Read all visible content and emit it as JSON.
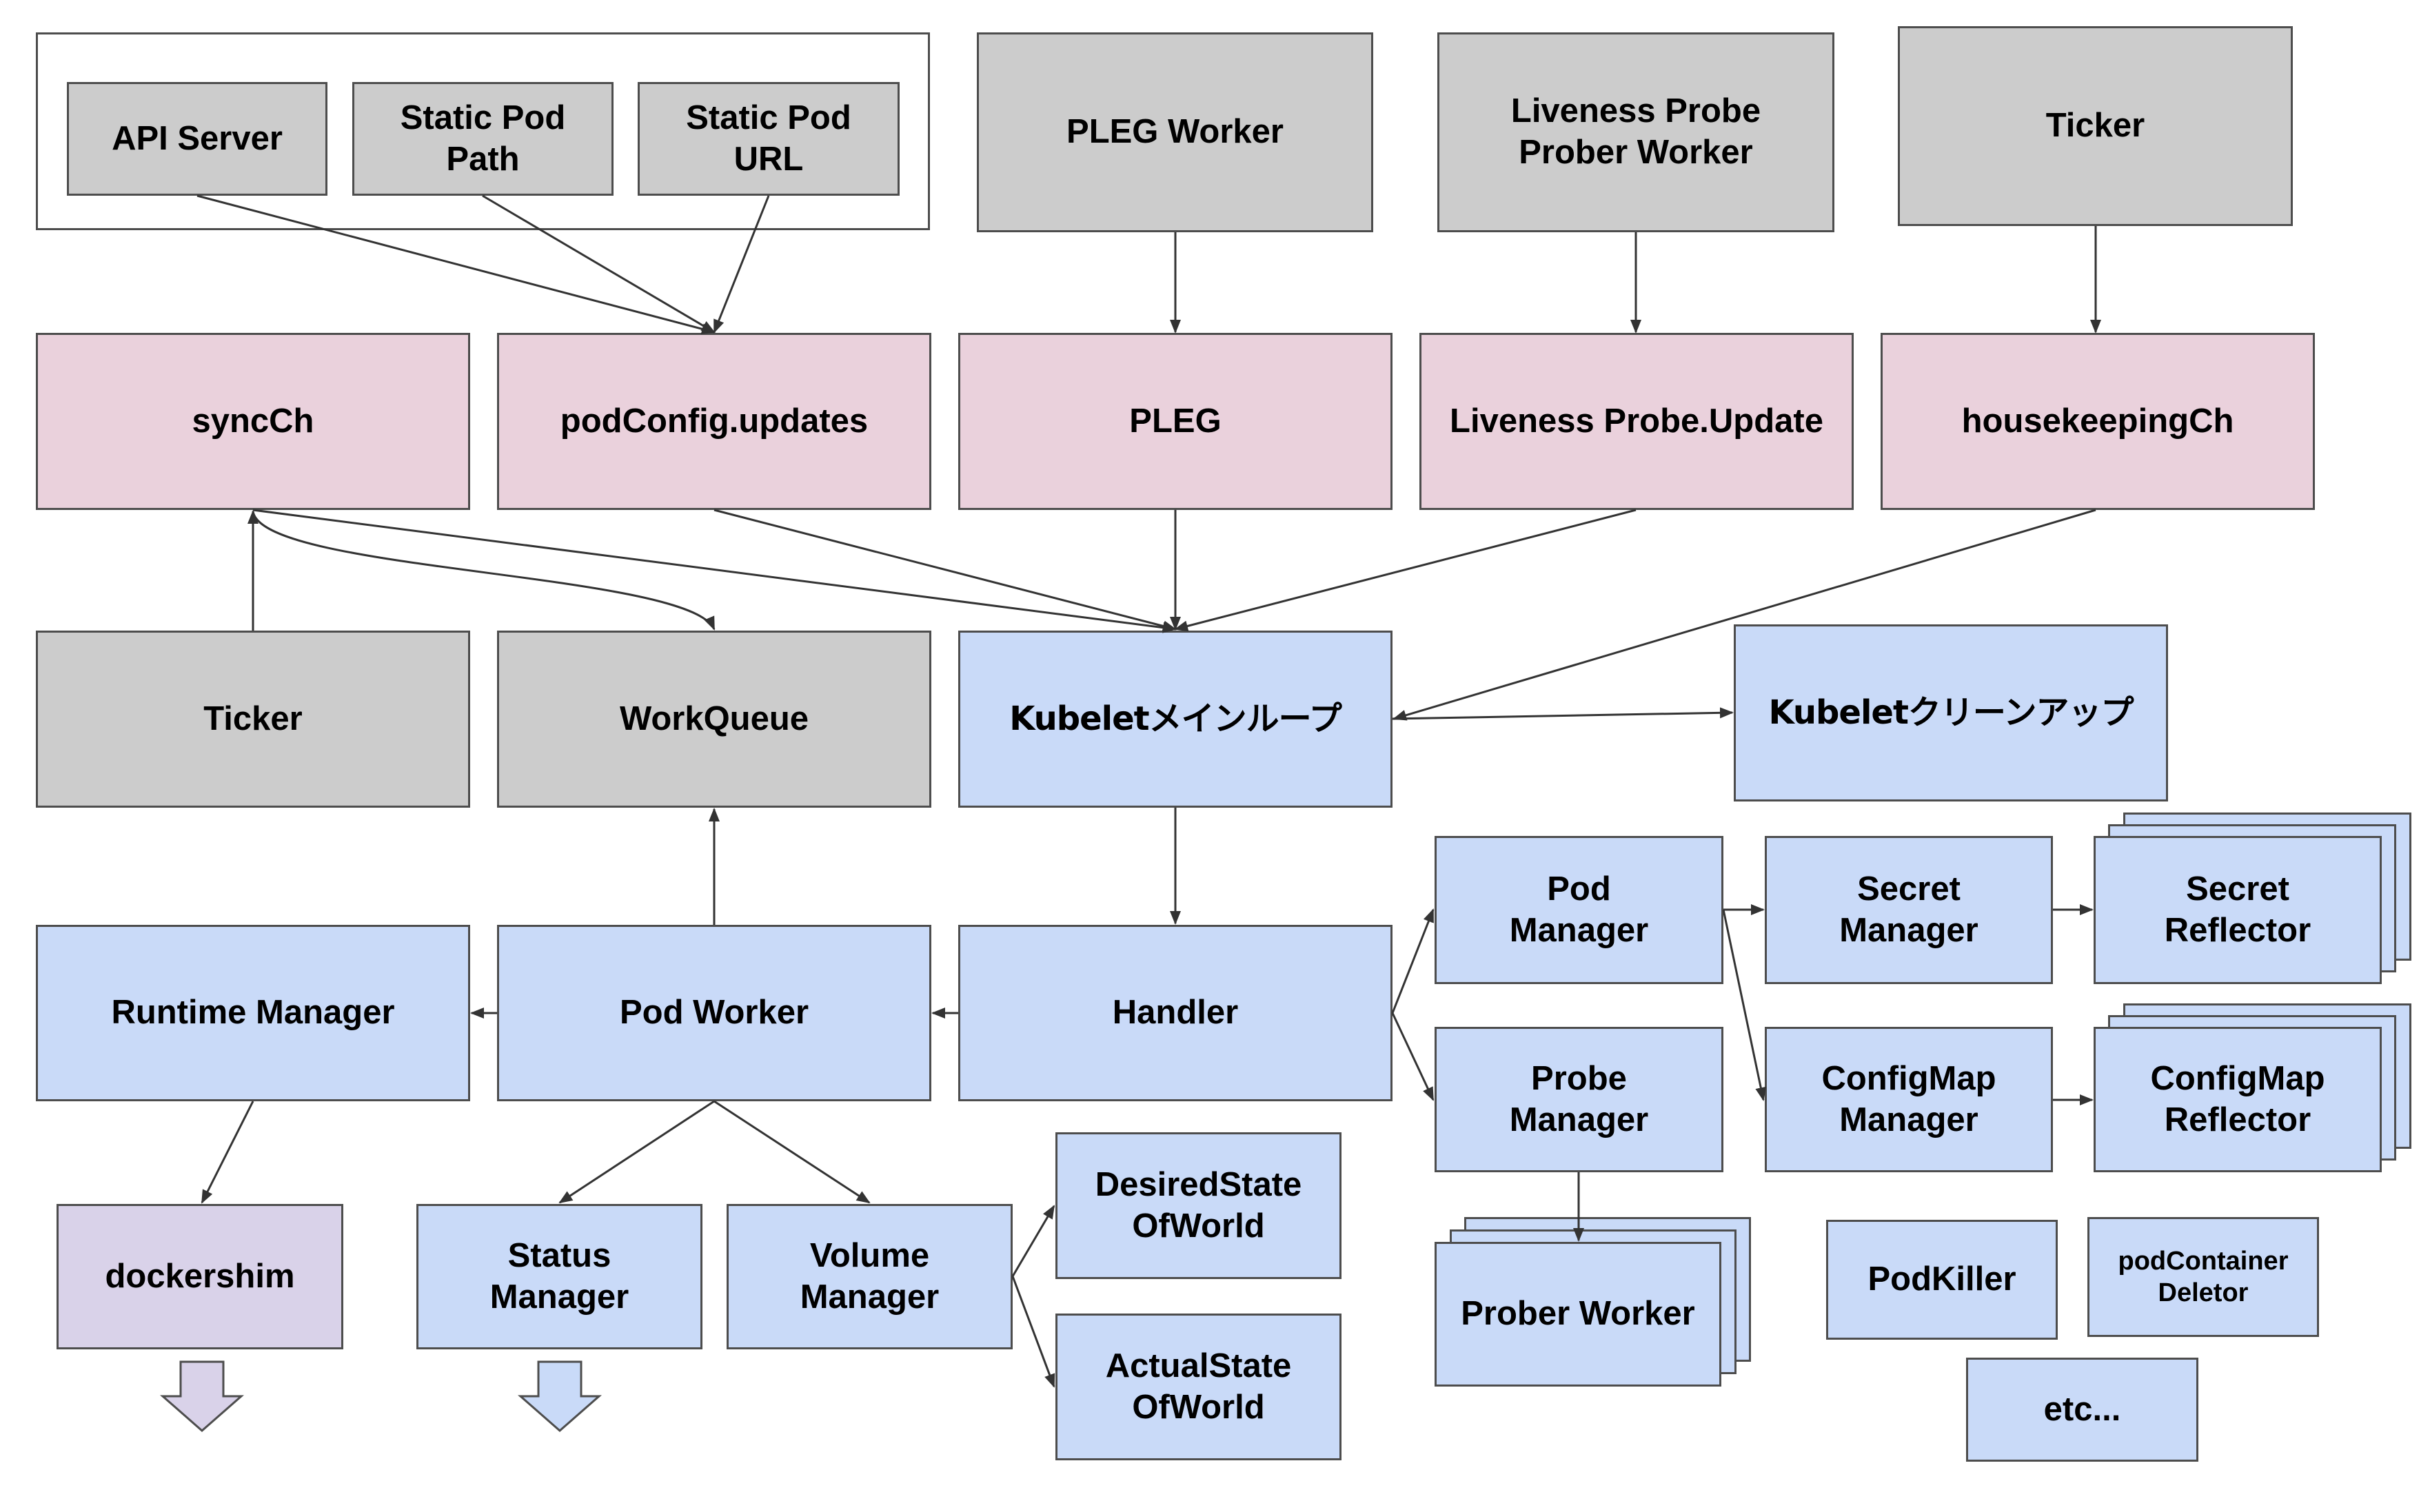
{
  "sources": {
    "api_server": "API Server",
    "static_pod_path": "Static Pod\nPath",
    "static_pod_url": "Static Pod\nURL",
    "pleg_worker": "PLEG Worker",
    "liveness_prober_worker": "Liveness Probe\nProber Worker",
    "ticker_top": "Ticker"
  },
  "channels": {
    "sync_ch": "syncCh",
    "pod_config_updates": "podConfig.updates",
    "pleg": "PLEG",
    "liveness_update": "Liveness Probe.Update",
    "housekeeping_ch": "housekeepingCh"
  },
  "core": {
    "ticker": "Ticker",
    "work_queue": "WorkQueue",
    "main_loop": "Kubeletメインループ",
    "cleanup": "Kubeletクリーンアップ",
    "handler": "Handler",
    "pod_worker": "Pod Worker",
    "runtime_manager": "Runtime Manager"
  },
  "managers": {
    "pod_manager": "Pod\nManager",
    "secret_manager": "Secret\nManager",
    "secret_reflector": "Secret\nReflector",
    "probe_manager": "Probe\nManager",
    "configmap_manager": "ConfigMap\nManager",
    "configmap_reflector": "ConfigMap\nReflector",
    "prober_worker": "Prober Worker",
    "pod_killer": "PodKiller",
    "pod_container_deletor": "podContainer\nDeletor",
    "etc": "etc..."
  },
  "bottom": {
    "dockershim": "dockershim",
    "status_manager": "Status\nManager",
    "volume_manager": "Volume\nManager",
    "desired_state": "DesiredState\nOfWorld",
    "actual_state": "ActualState\nOfWorld"
  },
  "colors": {
    "source_grey": "#cccccc",
    "channel_pink": "#ead1dc",
    "component_blue": "#c9daf8",
    "runtime_purple": "#d9d2e9",
    "border": "#4d4d4d",
    "edge": "#333333"
  }
}
